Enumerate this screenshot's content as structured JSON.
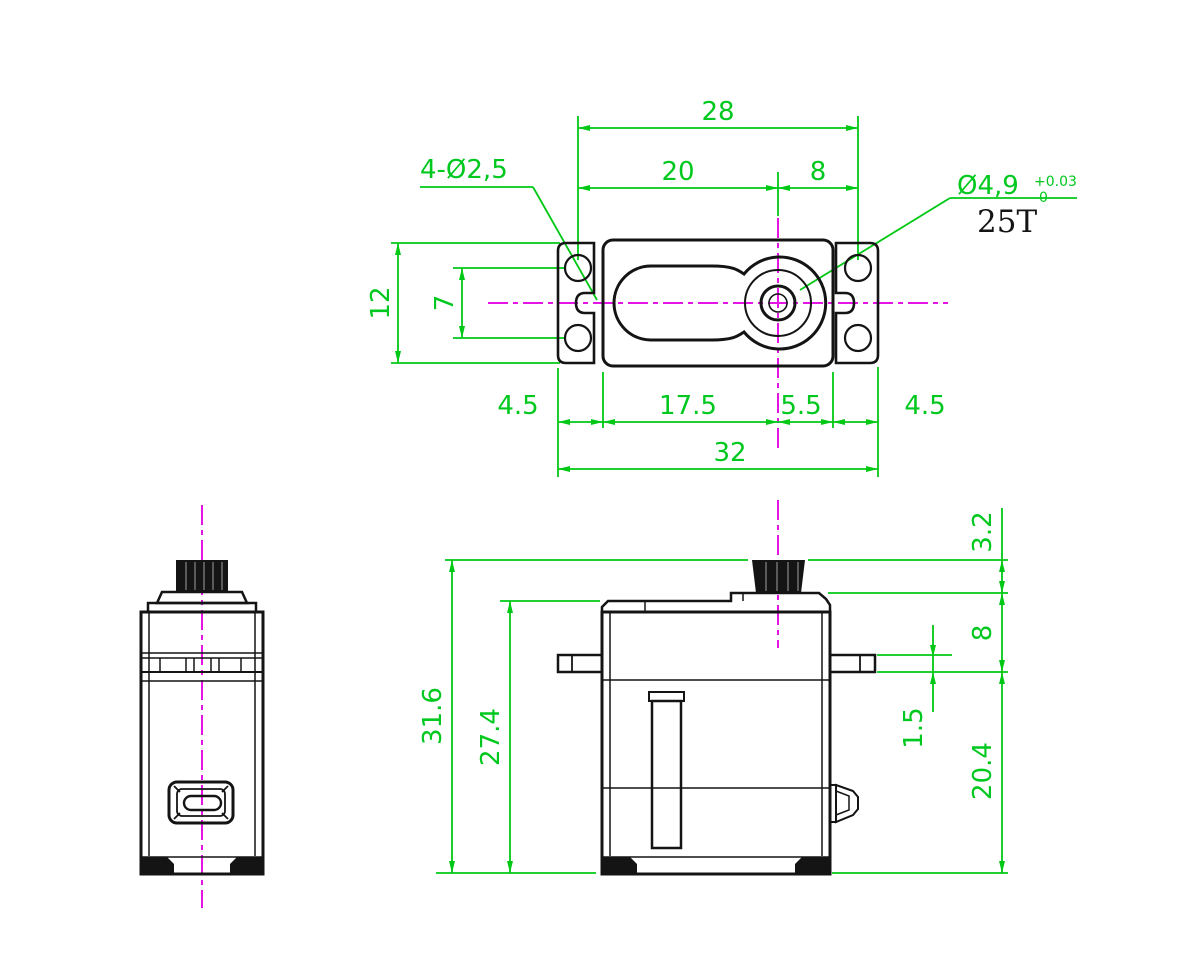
{
  "drawing": {
    "top_view": {
      "hole_span": "28",
      "left_hole_to_shaft": "20",
      "shaft_to_right_hole": "8",
      "mounting_holes": "4-Ø2,5",
      "spline_diameter": "Ø4,9",
      "spline_tol_upper": "+0.03",
      "spline_tol_lower": "-0",
      "spline_teeth": "25T",
      "flange_width": "12",
      "hole_pitch": "7",
      "left_flange_overhang": "4.5",
      "body_left_to_shaft": "17.5",
      "shaft_to_body_right": "5.5",
      "right_flange_overhang": "4.5",
      "overall_length": "32"
    },
    "side_view": {
      "overall_height": "31.6",
      "case_height": "27.4",
      "spline_height": "3.2",
      "case_top_to_flange": "8",
      "flange_thickness": "1.5",
      "flange_to_bottom": "20.4"
    },
    "colors": {
      "dimension": "#00c814",
      "centerline": "#e414e4",
      "outline": "#141414",
      "background": "#ffffff"
    }
  }
}
